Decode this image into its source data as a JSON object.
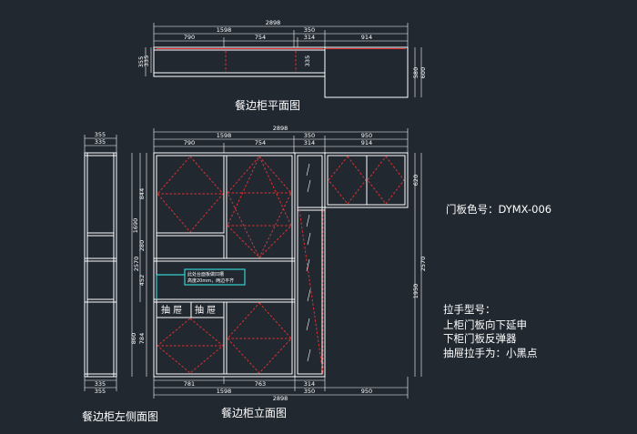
{
  "titles": {
    "plan": "餐边柜平面图",
    "elevation": "餐边柜立面图",
    "side": "餐边柜左侧面图"
  },
  "notes": {
    "door_color": "门板色号：DYMX-006",
    "handle_title": "拉手型号：",
    "handle_line1": "上柜门板向下延申",
    "handle_line2": "下柜门板反弹器",
    "handle_line3": "抽屉拉手为：小黑点"
  },
  "drawers": [
    "抽 屉",
    "抽 屉"
  ],
  "callout": {
    "line1": "此处台面板做凹槽",
    "line2": "高度20mm，两边平齐"
  },
  "plan_dims": {
    "total": "2898",
    "left": "1598",
    "mid": "350",
    "d790": "790",
    "d754": "754",
    "d314": "314",
    "d914": "914",
    "h355": "355",
    "h335": "335",
    "h580": "580",
    "h600": "600"
  },
  "elev_dims": {
    "total": "2898",
    "left": "1598",
    "mid": "350",
    "right": "950",
    "d790": "790",
    "d754": "754",
    "d314": "314",
    "d914": "914",
    "b781": "781",
    "b763": "763",
    "b314": "314",
    "b1598": "1598",
    "b350": "350",
    "b950": "950",
    "b2898": "2898",
    "h620": "620",
    "h2570r": "2570",
    "h1950": "1950",
    "h1690": "1690",
    "h844": "844",
    "h280": "280",
    "h452": "452",
    "h860": "860",
    "h784": "784"
  },
  "side_dims": {
    "top355": "355",
    "top335": "335",
    "bot335": "335",
    "bot355": "355",
    "h2570": "2570"
  }
}
